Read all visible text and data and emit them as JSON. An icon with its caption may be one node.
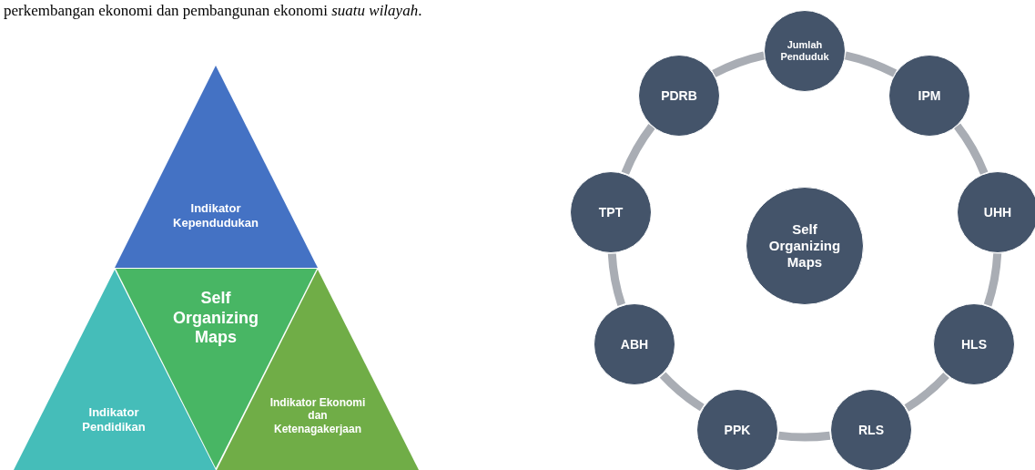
{
  "diagram": {
    "nodes": [
      {
        "text": [
          "Indikator Kependudukan"
        ]
      },
      {
        "text": [
          "Indikator Pendidikan"
        ]
      },
      {
        "text": [
          "Self Organizing Maps"
        ]
      },
      {
        "text": [
          "Indikator Ekonomi dan Ketenagakerjaan"
        ]
      },
      {
        "text": [
          "Jumlah Penduduk"
        ]
      },
      {
        "text": [
          "PDRB"
        ]
      },
      {
        "text": [
          "IPM"
        ]
      },
      {
        "text": [
          "TPT"
        ]
      },
      {
        "text": [
          "Self Organizing Maps"
        ]
      },
      {
        "text": [
          "UHH"
        ]
      },
      {
        "text": [
          "ABH"
        ]
      },
      {
        "text": [
          "HLS"
        ]
      },
      {
        "text": [
          "PPK"
        ]
      },
      {
        "text": [
          "RLS"
        ]
      }
    ],
    "edges": [
      {
        "from": 4,
        "to": 6,
        "arrow": "none"
      },
      {
        "from": 6,
        "to": 9,
        "arrow": "none"
      },
      {
        "from": 9,
        "to": 11,
        "arrow": "none"
      },
      {
        "from": 11,
        "to": 13,
        "arrow": "none"
      },
      {
        "from": 13,
        "to": 12,
        "arrow": "none"
      },
      {
        "from": 12,
        "to": 10,
        "arrow": "none"
      },
      {
        "from": 10,
        "to": 7,
        "arrow": "none"
      },
      {
        "from": 7,
        "to": 5,
        "arrow": "none"
      },
      {
        "from": 5,
        "to": 4,
        "arrow": "none"
      }
    ],
    "labels": [
      "perkembangan ekonomi dan pembangunan ekonomi *suatu wilayah*."
    ]
  }
}
